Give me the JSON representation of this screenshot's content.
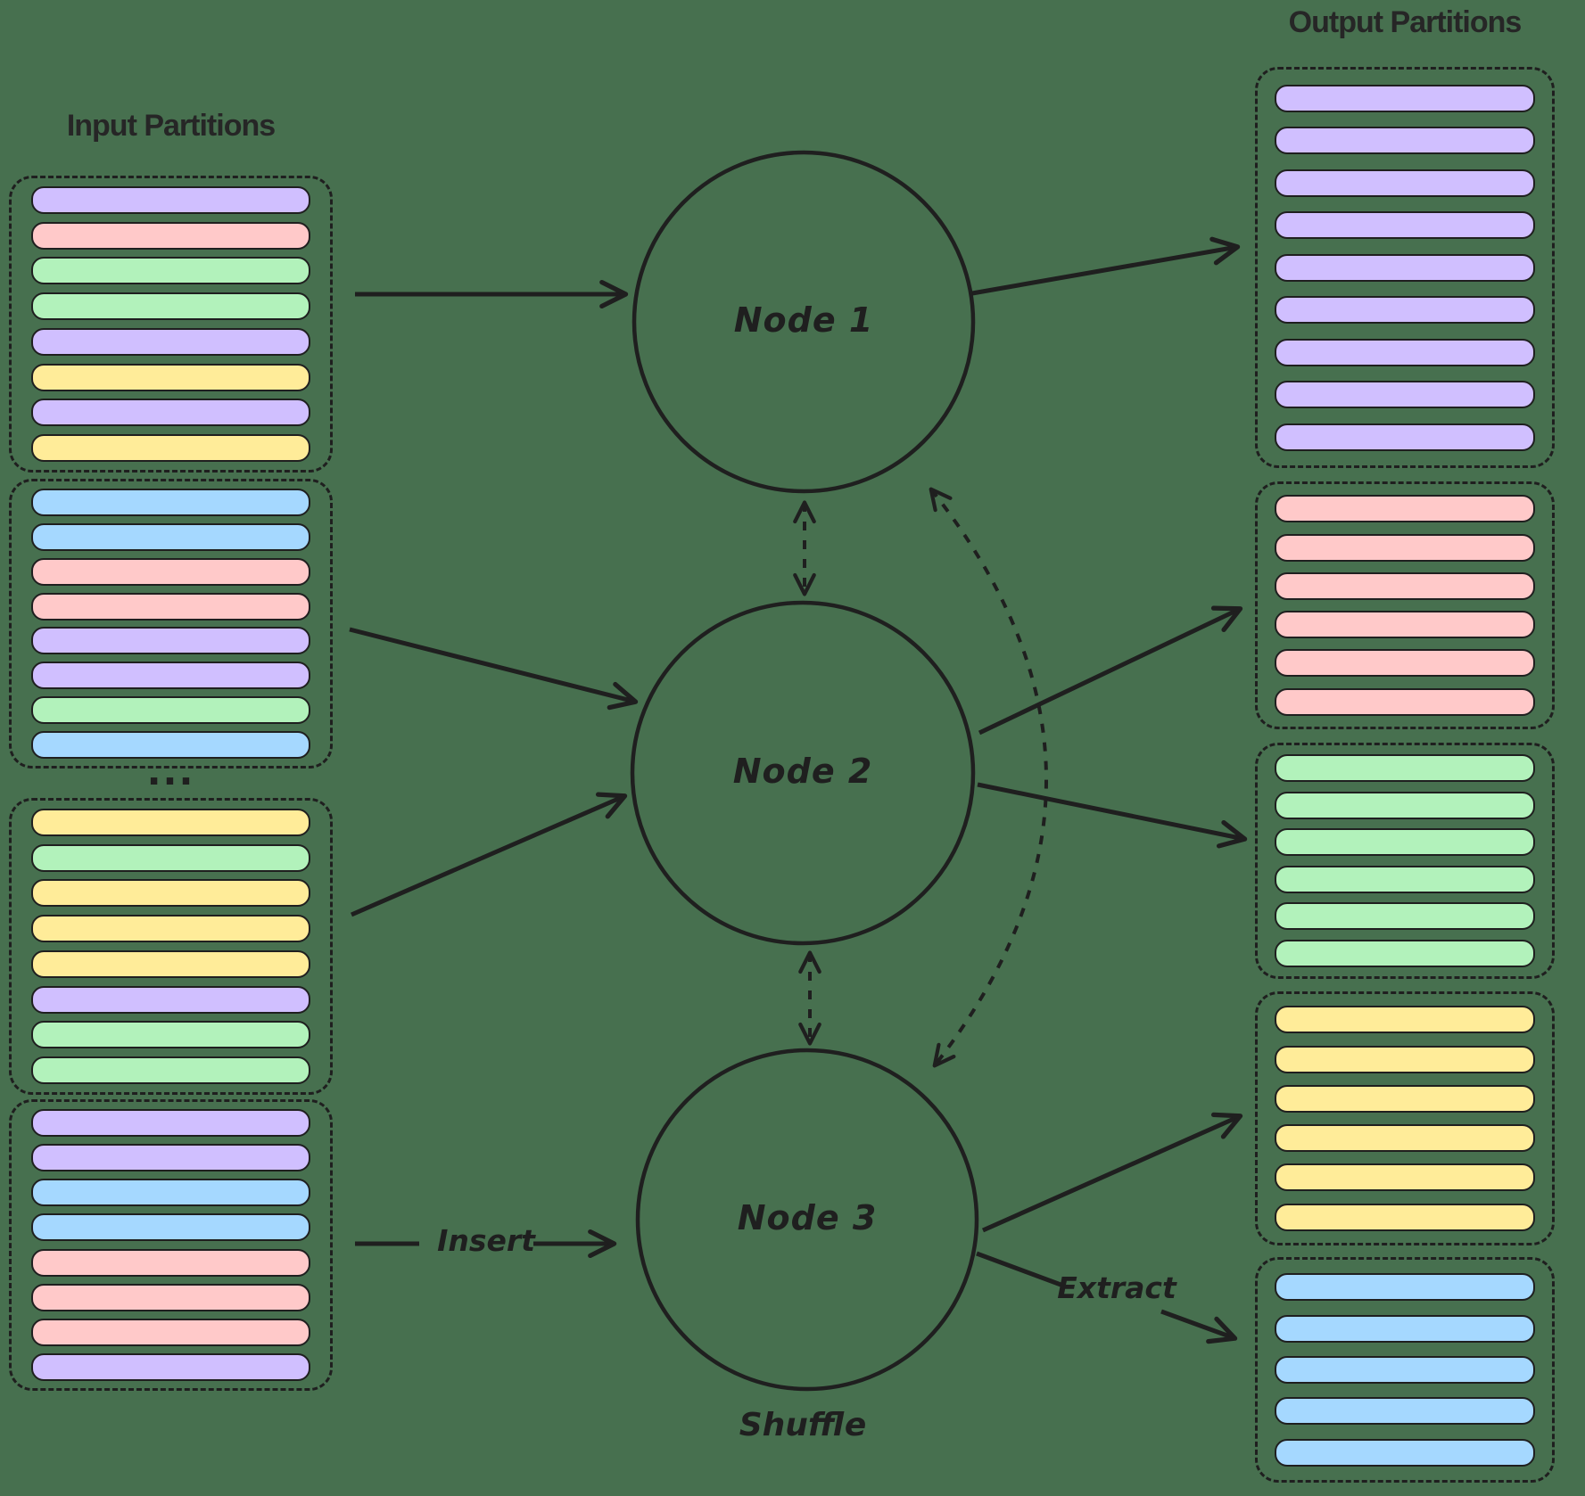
{
  "palette": {
    "background": "#47704f",
    "stroke": "#1f1f1f",
    "purple": "#d0bfff",
    "pink": "#ffc9c9",
    "green": "#b2f2bb",
    "yellow": "#ffec99",
    "blue": "#a5d8ff"
  },
  "titles": {
    "input": "Input Partitions",
    "output": "Output Partitions"
  },
  "nodes": [
    {
      "label": "Node 1"
    },
    {
      "label": "Node 2"
    },
    {
      "label": "Node 3"
    }
  ],
  "edge_labels": {
    "insert": "Insert",
    "extract": "Extract",
    "shuffle": "Shuffle"
  },
  "ellipsis": "...",
  "input_groups": [
    {
      "bars": [
        "purple",
        "pink",
        "green",
        "green",
        "purple",
        "yellow",
        "purple",
        "yellow"
      ]
    },
    {
      "bars": [
        "blue",
        "blue",
        "pink",
        "pink",
        "purple",
        "purple",
        "green",
        "blue"
      ]
    },
    {
      "bars": [
        "yellow",
        "green",
        "yellow",
        "yellow",
        "yellow",
        "purple",
        "green",
        "green"
      ]
    },
    {
      "bars": [
        "purple",
        "purple",
        "blue",
        "blue",
        "pink",
        "pink",
        "pink",
        "purple"
      ]
    }
  ],
  "output_groups": [
    {
      "bars": [
        "purple",
        "purple",
        "purple",
        "purple",
        "purple",
        "purple",
        "purple",
        "purple",
        "purple"
      ]
    },
    {
      "bars": [
        "pink",
        "pink",
        "pink",
        "pink",
        "pink",
        "pink"
      ]
    },
    {
      "bars": [
        "green",
        "green",
        "green",
        "green",
        "green",
        "green"
      ]
    },
    {
      "bars": [
        "yellow",
        "yellow",
        "yellow",
        "yellow",
        "yellow",
        "yellow"
      ]
    },
    {
      "bars": [
        "blue",
        "blue",
        "blue",
        "blue",
        "blue"
      ]
    }
  ]
}
